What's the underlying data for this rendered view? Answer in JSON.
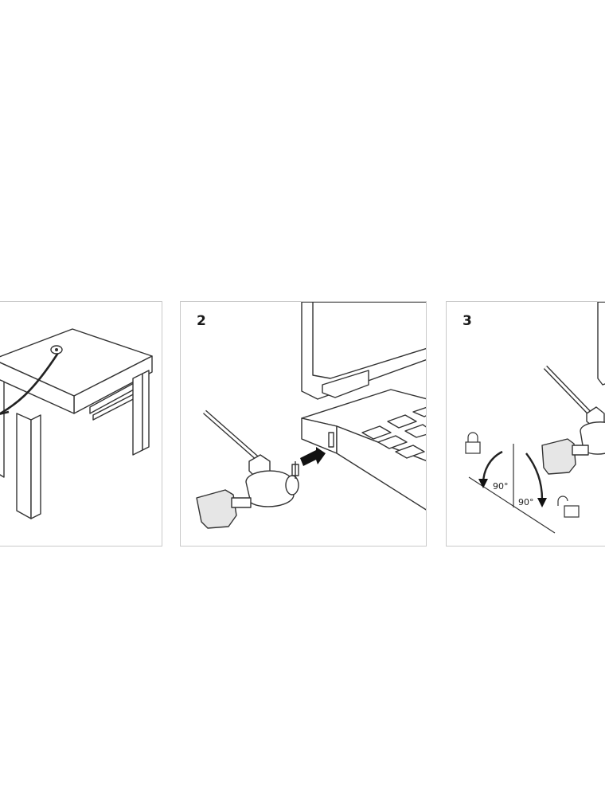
{
  "steps": [
    {
      "number": ""
    },
    {
      "number": "2"
    },
    {
      "number": "3"
    }
  ],
  "rotation": {
    "lock_angle": "90°",
    "unlock_angle": "90°"
  },
  "icons": [
    "locked-padlock-icon",
    "unlocked-padlock-icon",
    "arrow-icon"
  ],
  "colors": {
    "line": "#333333",
    "border": "#c9c9c9",
    "fill": "#ffffff",
    "key": "#e6e6e6"
  }
}
